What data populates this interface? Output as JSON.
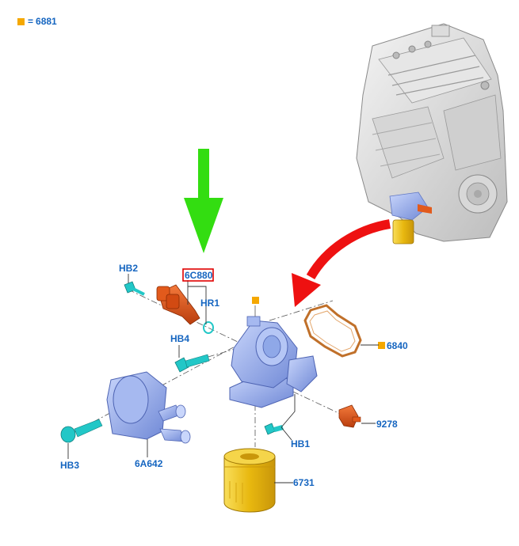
{
  "legend": {
    "symbol": "orange-square",
    "equals": "=",
    "code": "6881"
  },
  "callouts": {
    "hb2": "HB2",
    "part_6c880": "6C880",
    "hr1": "HR1",
    "hb4": "HB4",
    "part_6840": "6840",
    "part_9278": "9278",
    "hb1": "HB1",
    "hb3": "HB3",
    "part_6a642": "6A642",
    "part_6731": "6731"
  },
  "colors": {
    "callout_text": "#1565c0",
    "highlight_box": "#e00000",
    "green_arrow": "#33dd11",
    "red_arrow": "#ee1111",
    "part_blue": "#8fa8e8",
    "part_orange": "#e25a1c",
    "part_cyan": "#22c7c7",
    "filter_yellow": "#f2c51d",
    "gasket_brown": "#c0702a",
    "marker_orange": "#f5a800"
  },
  "icons": [
    "orange-square-marker",
    "green-down-arrow",
    "red-curved-arrow"
  ]
}
